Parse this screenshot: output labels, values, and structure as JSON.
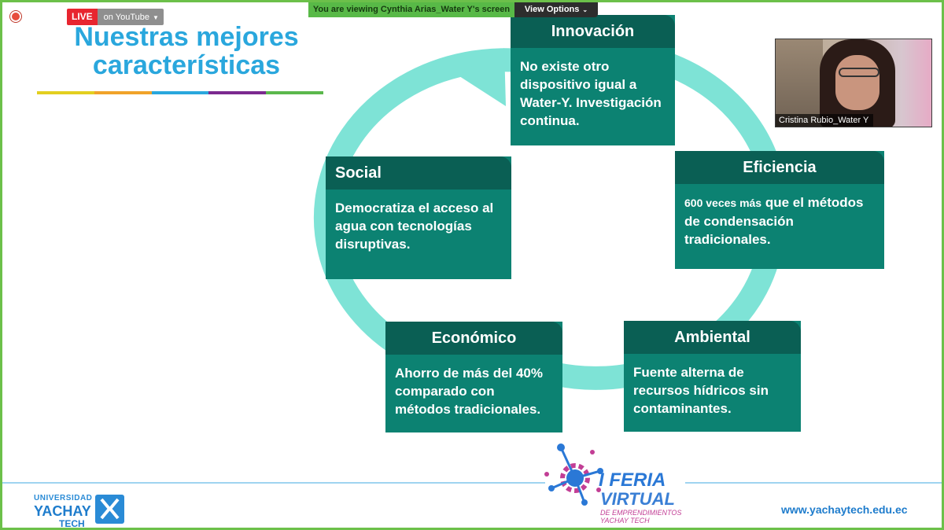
{
  "zoom": {
    "live_label": "LIVE",
    "stream_label": "on YouTube",
    "share_banner": "You are viewing Cynthia Arias_Water Y's screen",
    "view_options_label": "View Options"
  },
  "slide": {
    "title_line1": "Nuestras mejores",
    "title_line2": "características",
    "title_bar_colors": [
      "#e3cf1f",
      "#f0a32a",
      "#2aa7dd",
      "#7b2a8f",
      "#5bb84c"
    ],
    "cycle_arrow_color": "#7ee3d6",
    "cards": [
      {
        "title": "Innovación",
        "body": "No existe otro dispositivo igual a Water-Y. Investigación continua."
      },
      {
        "title": "Eficiencia",
        "body_small": "600 veces más",
        "body": " que el métodos de condensación tradicionales."
      },
      {
        "title": "Ambiental",
        "body": "Fuente alterna de recursos hídricos sin contaminantes."
      },
      {
        "title": "Económico",
        "body": "Ahorro de más del 40% comparado con métodos tradicionales."
      },
      {
        "title": "Social",
        "body": "Democratiza el acceso al agua con tecnologías disruptivas."
      }
    ]
  },
  "webcam": {
    "participant_name": "Cristina Rubio_Water Y"
  },
  "footer": {
    "university_small": "UNIVERSIDAD",
    "university_big": "YACHAY",
    "university_tech": "TECH",
    "feria_line1": "I FERIA",
    "feria_line2": "VIRTUAL",
    "feria_line3": "DE EMPRENDIMIENTOS",
    "feria_line4": "YACHAY TECH",
    "website": "www.yachaytech.edu.ec"
  }
}
